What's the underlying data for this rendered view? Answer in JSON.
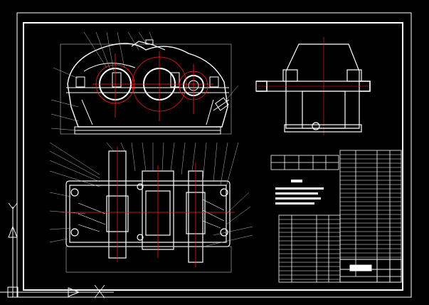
{
  "colors": {
    "background": "#000000",
    "outline": "#ffffff",
    "centerline": "#ff2020",
    "dimension": "#c8c8c8"
  },
  "drawing": {
    "views": [
      "front-view",
      "side-view",
      "top-section-view"
    ],
    "gear_count_front": 3
  },
  "ucs": {
    "x_axis_label": "X",
    "y_axis_label": "Y"
  }
}
